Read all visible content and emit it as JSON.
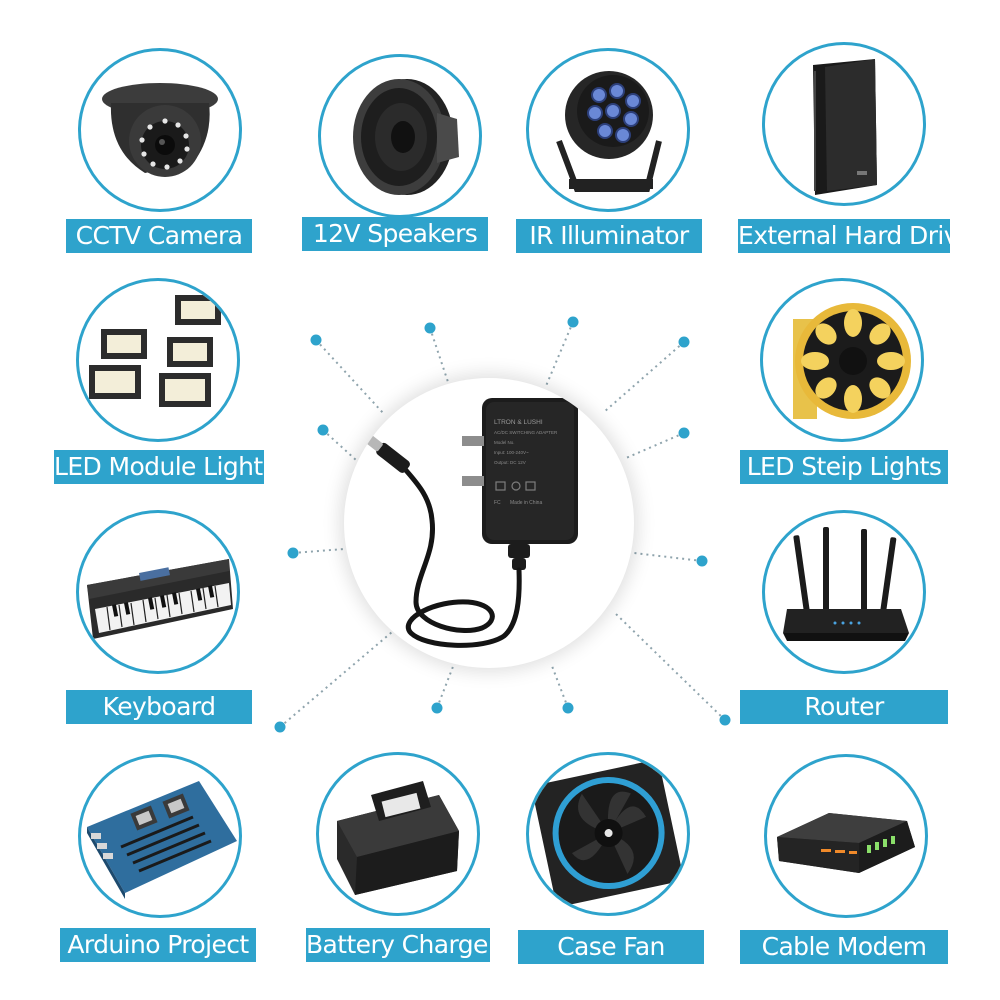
{
  "center_product": {
    "icon": "power-adapter-icon",
    "adapter_label_lines": [
      "LTRON & LUSHI",
      "AC/DC SWITCHING ADAPTER",
      "Model No.",
      "Input: 100-240V~",
      "Output: DC 12V"
    ],
    "origin_text": "Made in China"
  },
  "devices": [
    {
      "label": "CCTV Camera",
      "icon": "cctv-camera-icon"
    },
    {
      "label": "12V Speakers",
      "icon": "speaker-icon"
    },
    {
      "label": "IR Illuminator",
      "icon": "ir-illuminator-icon"
    },
    {
      "label": "External Hard Drive",
      "icon": "hard-drive-icon"
    },
    {
      "label": "LED Module Lights",
      "icon": "led-module-lights-icon"
    },
    {
      "label": "LED Steip Lights",
      "icon": "led-strip-reel-icon"
    },
    {
      "label": "Keyboard",
      "icon": "keyboard-icon"
    },
    {
      "label": "Router",
      "icon": "router-icon"
    },
    {
      "label": "Arduino Project",
      "icon": "circuit-board-icon"
    },
    {
      "label": "Battery Charger",
      "icon": "battery-charger-icon"
    },
    {
      "label": "Case Fan",
      "icon": "case-fan-icon"
    },
    {
      "label": "Cable Modem",
      "icon": "cable-modem-icon"
    }
  ],
  "colors": {
    "accent": "#2ea3cc",
    "label_text": "#ffffff",
    "device_dark": "#1e1e1e"
  }
}
